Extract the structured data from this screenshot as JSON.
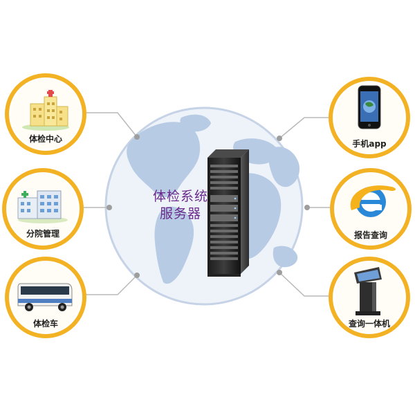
{
  "center": {
    "label_line1": "体检系统",
    "label_line2": "服务器"
  },
  "nodes": [
    {
      "label": "体检中心",
      "icon": "hospital-building-icon"
    },
    {
      "label": "分院管理",
      "icon": "branch-building-icon"
    },
    {
      "label": "体检车",
      "icon": "bus-icon"
    },
    {
      "label": "手机app",
      "icon": "mobile-phone-icon"
    },
    {
      "label": "报告查询",
      "icon": "browser-e-icon"
    },
    {
      "label": "查询一体机",
      "icon": "kiosk-terminal-icon"
    }
  ],
  "colors": {
    "globe_fill": "#e9f0f9",
    "globe_land": "#b7cbe4",
    "node_ring": "#f3b223",
    "node_fill": "#ffffff",
    "connector": "#b9b9b9",
    "label_text": "#6a2b8c"
  }
}
